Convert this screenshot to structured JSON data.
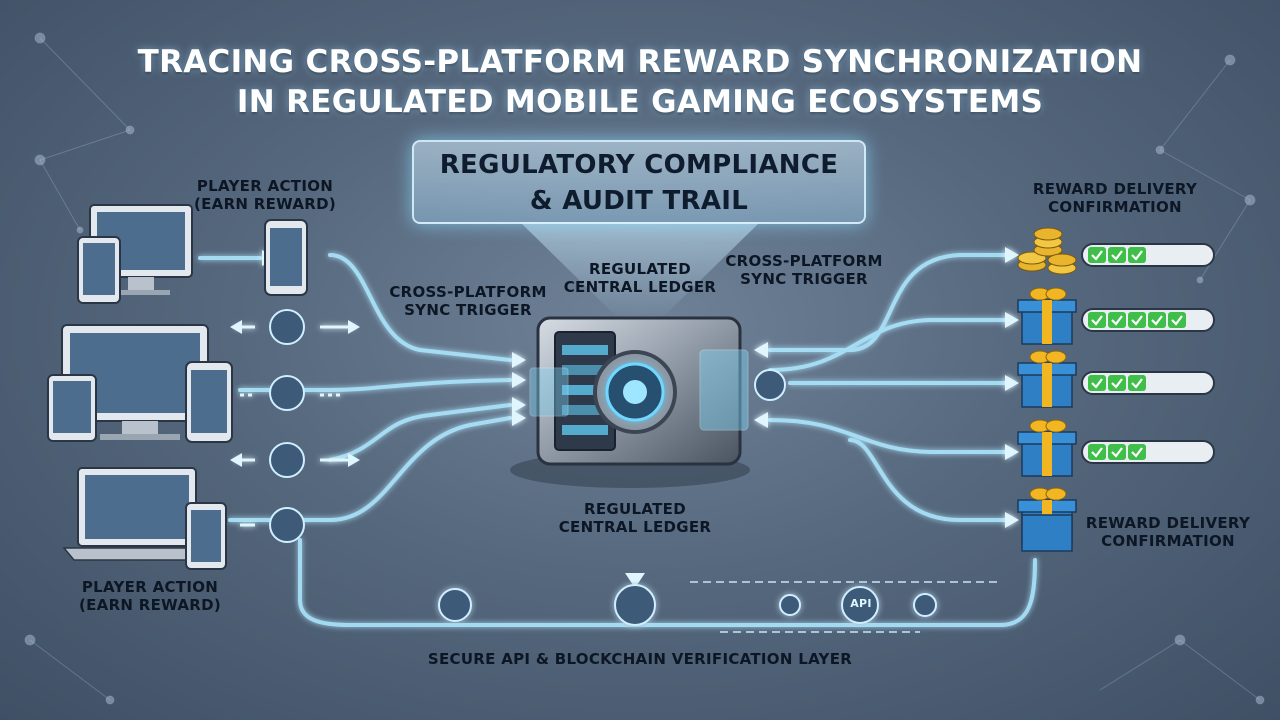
{
  "title": {
    "line1": "Tracing Cross-Platform Reward Synchronization",
    "line2": "in Regulated Mobile Gaming Ecosystems"
  },
  "compliance": {
    "line1": "Regulatory Compliance",
    "line2": "& Audit Trail"
  },
  "labels": {
    "player_action_top": [
      "Player Action",
      "(Earn Reward)"
    ],
    "player_action_bottom": [
      "Player Action",
      "(Earn Reward)"
    ],
    "sync_trigger_left": [
      "Cross-Platform",
      "Sync Trigger"
    ],
    "sync_trigger_right": [
      "Cross-Platform",
      "Sync Trigger"
    ],
    "ledger_top": [
      "Regulated",
      "Central Ledger"
    ],
    "ledger_bottom": [
      "Regulated",
      "Central Ledger"
    ],
    "delivery_top": [
      "Reward Delivery",
      "Confirmation"
    ],
    "delivery_bottom": [
      "Reward Delivery",
      "Confirmation"
    ],
    "secure_layer": "Secure API & Blockchain Verification Layer",
    "api_badge": "API"
  },
  "rewards": [
    {
      "icon": "coin-stack-icon",
      "checks": 3,
      "segments": 3
    },
    {
      "icon": "gift-box-icon",
      "checks": 5,
      "segments": 5
    },
    {
      "icon": "gift-box-icon",
      "checks": 3,
      "segments": 3
    },
    {
      "icon": "gift-box-icon",
      "checks": 3,
      "segments": 3
    }
  ],
  "colors": {
    "flow_glow": "#aee8ff",
    "check_green": "#3fbf4a",
    "gift_blue": "#2f7fc4",
    "gift_ribbon": "#f2b623",
    "coin_gold": "#e8b52c"
  }
}
